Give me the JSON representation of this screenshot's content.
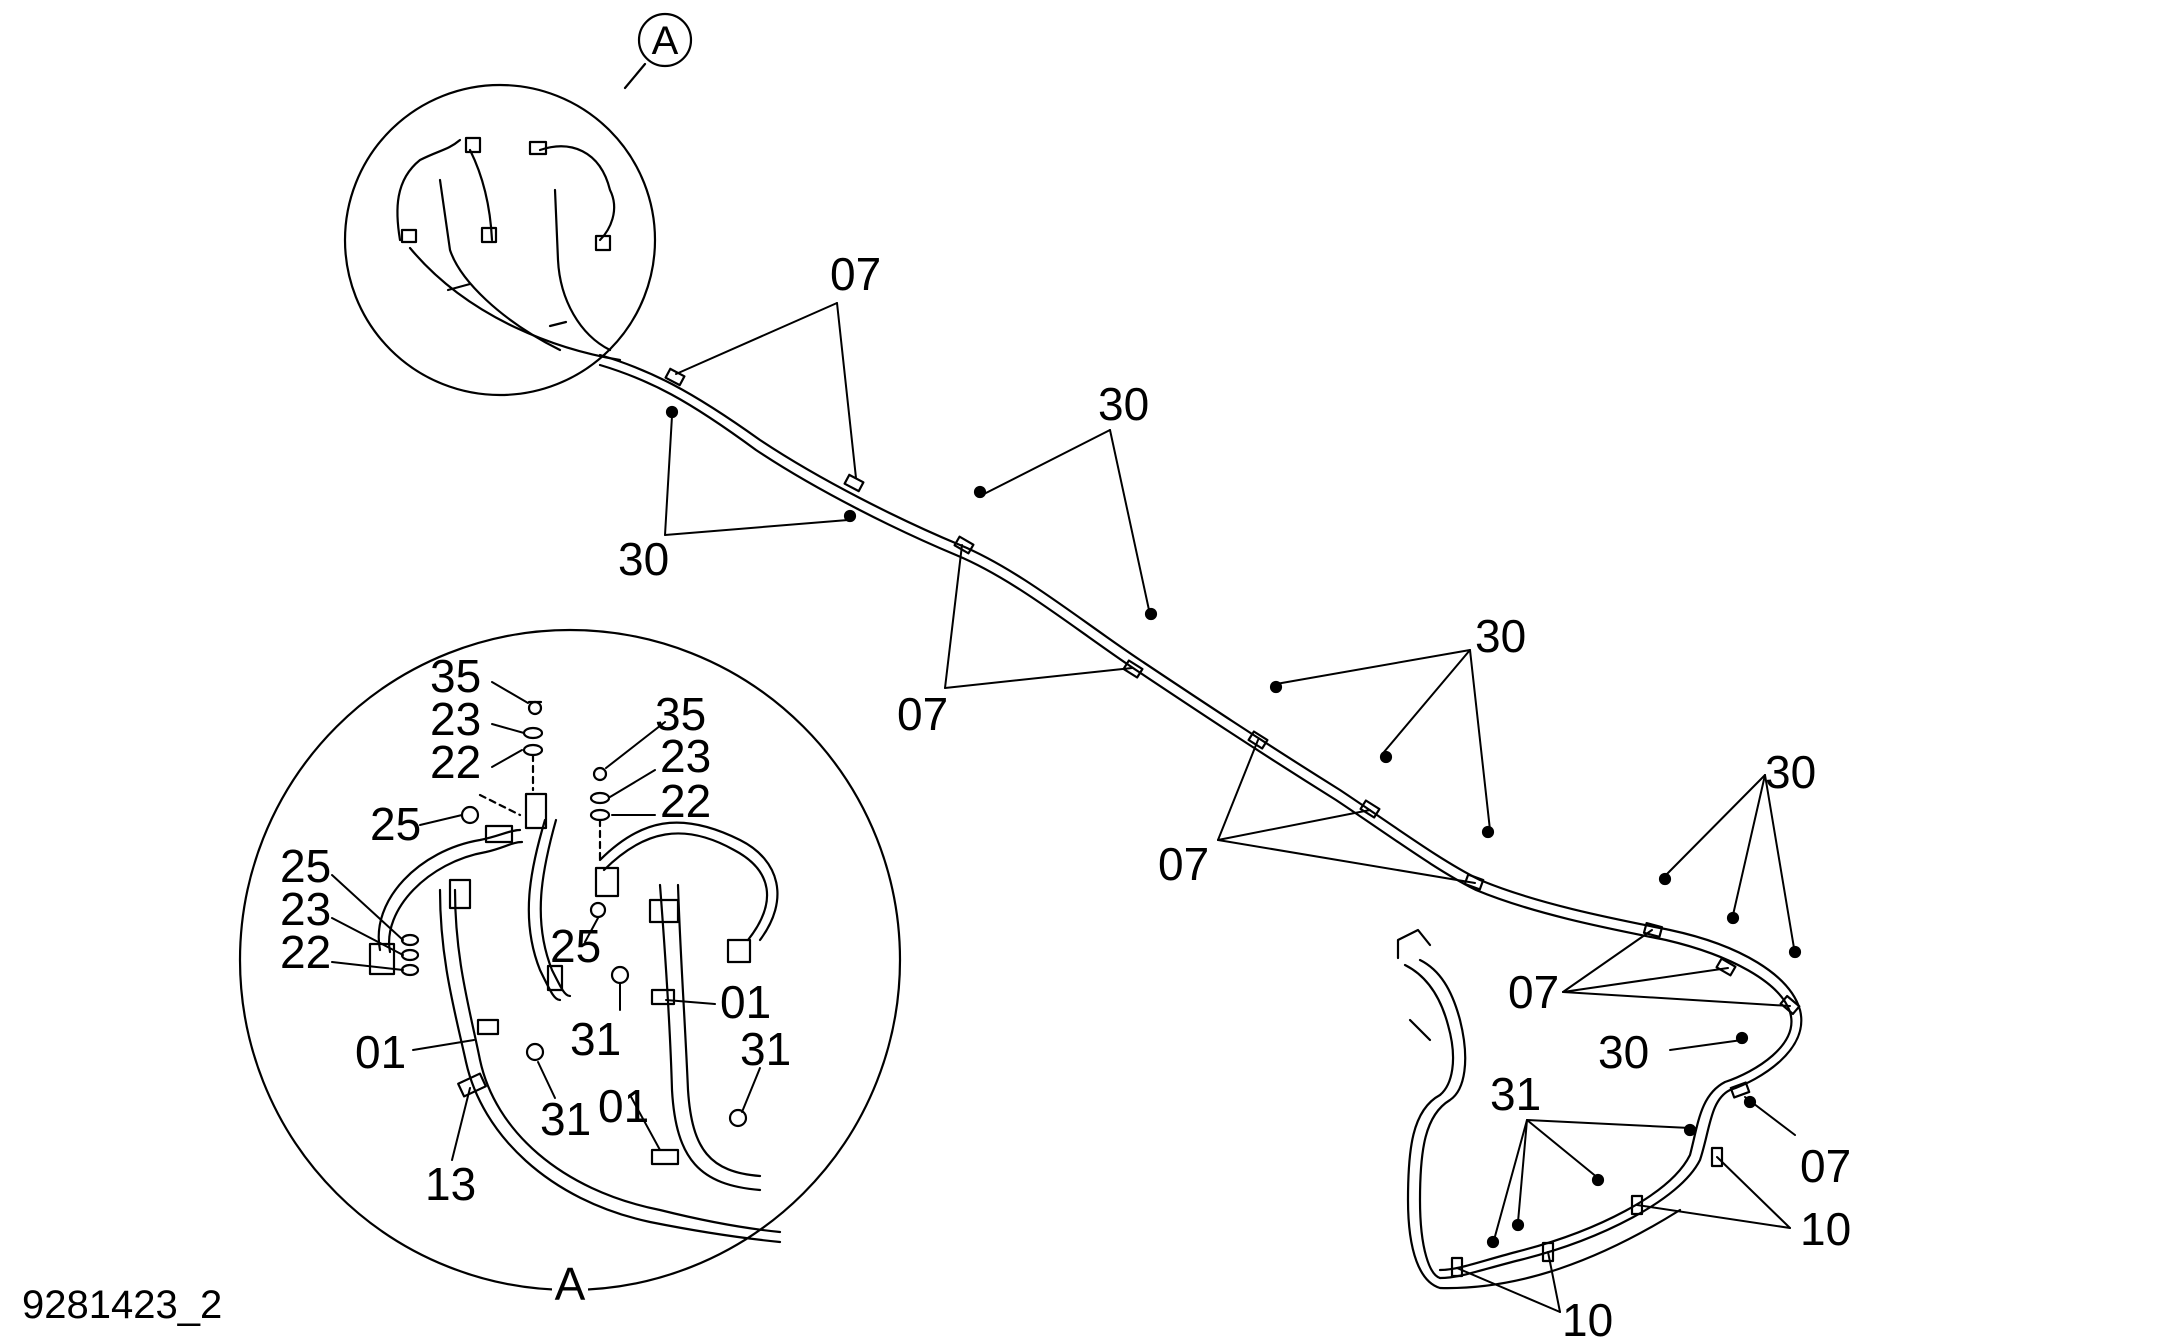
{
  "drawing_number": "9281423_2",
  "detail_marker": "A",
  "detail_caption": "A",
  "main_labels": [
    "07",
    "30",
    "30",
    "07",
    "30",
    "07",
    "30",
    "07",
    "31",
    "30",
    "07",
    "10",
    "10"
  ],
  "detail_labels": [
    "35",
    "23",
    "22",
    "35",
    "23",
    "22",
    "25",
    "25",
    "23",
    "22",
    "25",
    "01",
    "31",
    "31",
    "01",
    "01",
    "31",
    "13"
  ]
}
